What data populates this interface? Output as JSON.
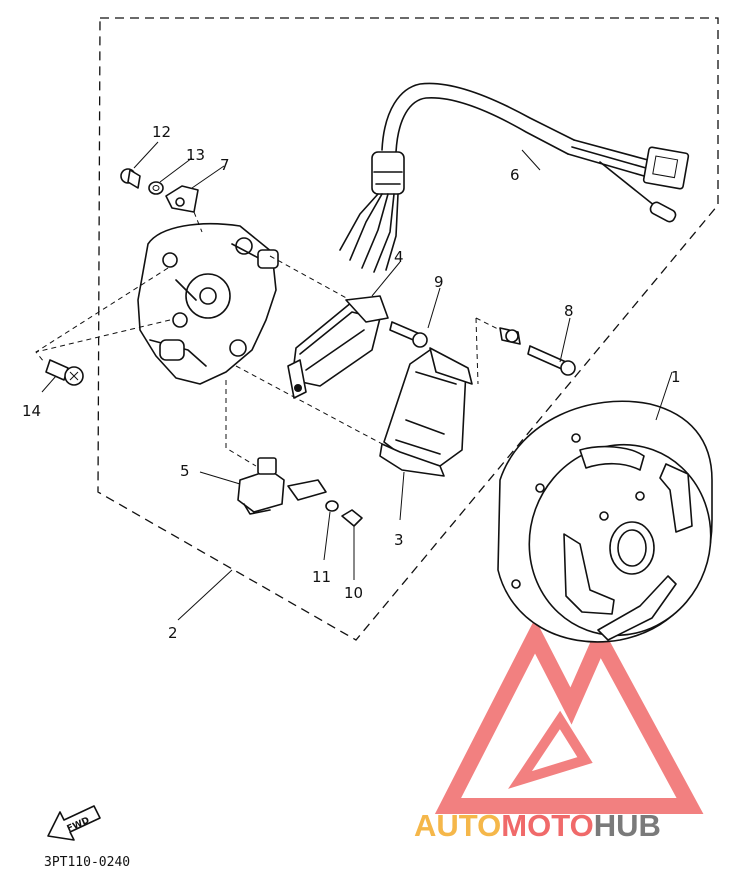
{
  "callouts": {
    "c1": "1",
    "c2": "2",
    "c3": "3",
    "c4": "4",
    "c5": "5",
    "c6": "6",
    "c7": "7",
    "c8": "8",
    "c9": "9",
    "c10": "10",
    "c11": "11",
    "c12": "12",
    "c13": "13",
    "c14": "14"
  },
  "fwd_label": "FWD",
  "figure_code": "3PT110-0240",
  "watermark": {
    "part1": "AUTO",
    "part2": "MOTO",
    "part3": "HUB",
    "color_orange": "#f5b74a",
    "color_red": "#f06a6a",
    "color_gray": "#7a7a7a"
  },
  "icons": {
    "watermark_logo": "triangle-m-logo-icon",
    "direction_arrow": "fwd-arrow-icon"
  }
}
